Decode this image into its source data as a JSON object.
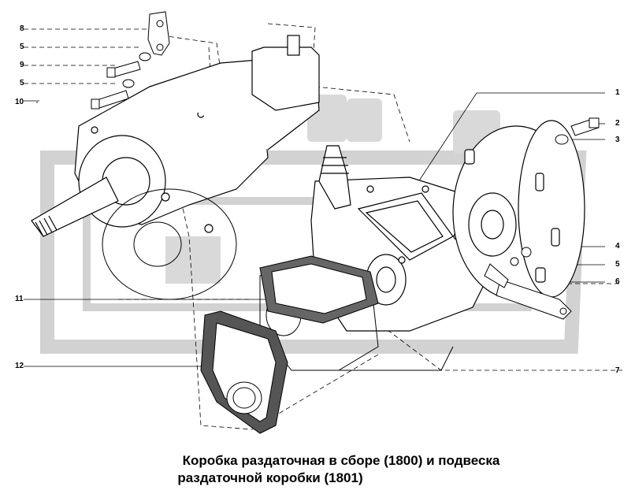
{
  "callouts": {
    "c8": "8",
    "c5a": "5",
    "c9": "9",
    "c5b": "5",
    "c10": "10",
    "c11": "11",
    "c12": "12",
    "c1": "1",
    "c2": "2",
    "c3": "3",
    "c4": "4",
    "c5c": "5",
    "c6": "6",
    "c7": "7"
  },
  "caption": {
    "line1": "Коробка раздаточная в сборе (1800) и подвеска",
    "line2": "раздаточной коробки (1801)"
  },
  "watermark_color": "#d2d2d2",
  "line_color": "#000000"
}
